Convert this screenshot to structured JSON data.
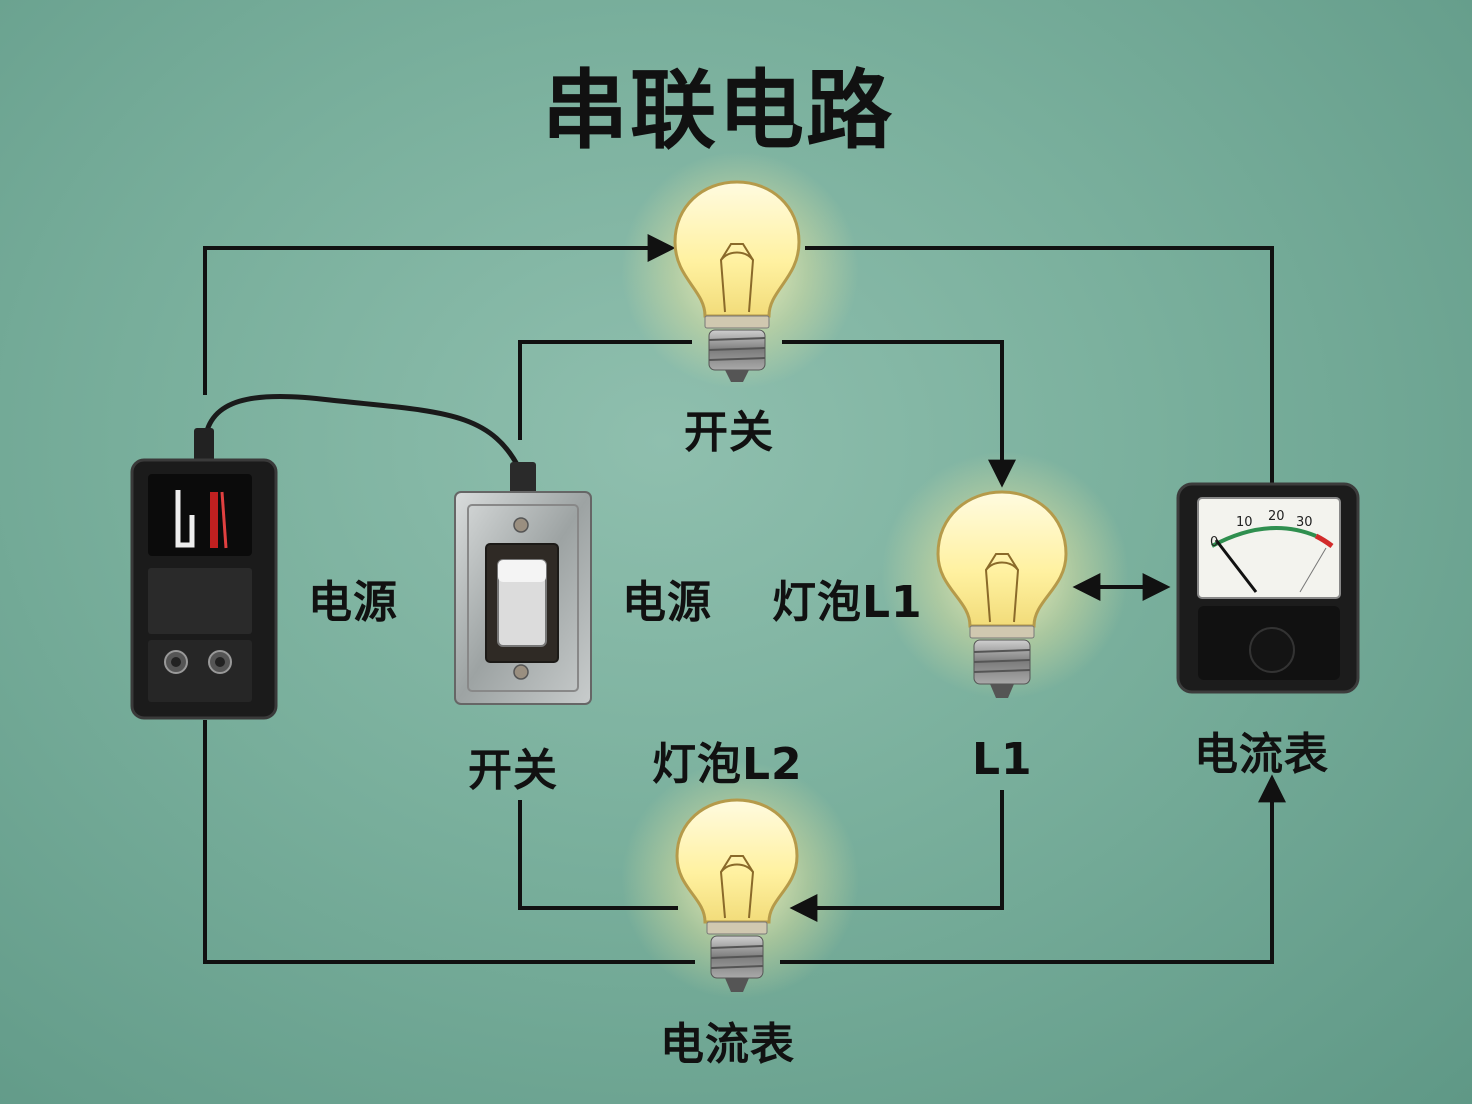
{
  "title": "串联电路",
  "labels": {
    "switch_top": "开关",
    "power_left": "电源",
    "power_mid": "电源",
    "bulb_l1": "灯泡L1",
    "switch_bottom": "开关",
    "bulb_l2": "灯泡L2",
    "l1_short": "L1",
    "ammeter_right": "电流表",
    "ammeter_bottom": "电流表"
  },
  "meter": {
    "scale": [
      "0",
      "10",
      "20",
      "30"
    ],
    "scale_colors": {
      "green": "#2f8f4f",
      "red": "#d22b2b"
    }
  },
  "colors": {
    "background": "#7fb3a1",
    "wire": "#111111",
    "bulb_glass": "#fff3a8",
    "bulb_glow": "#fff6c0"
  },
  "components": [
    {
      "name": "power-source",
      "icon": "battery-box-icon"
    },
    {
      "name": "wall-switch",
      "icon": "rocker-switch-icon"
    },
    {
      "name": "bulb-top",
      "icon": "light-bulb-icon"
    },
    {
      "name": "bulb-l1",
      "icon": "light-bulb-icon"
    },
    {
      "name": "bulb-bottom",
      "icon": "light-bulb-icon"
    },
    {
      "name": "ammeter",
      "icon": "ammeter-icon"
    }
  ]
}
